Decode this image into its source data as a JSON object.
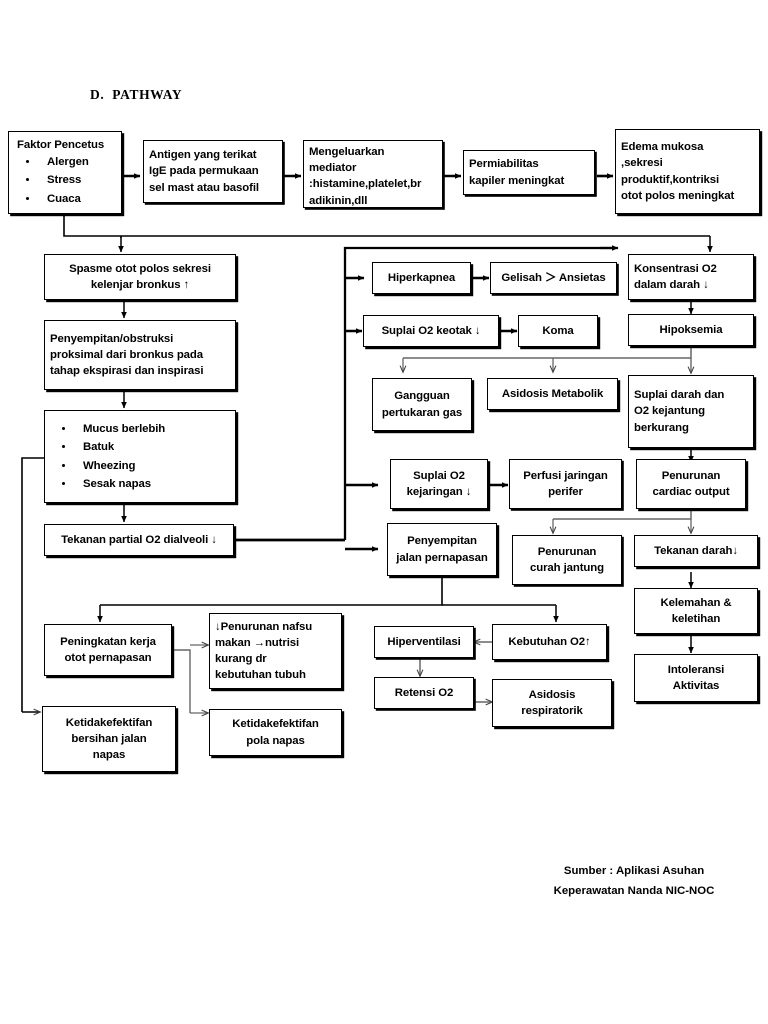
{
  "page": {
    "heading": "D.  PATHWAY",
    "footer": "Sumber : Aplikasi Asuhan\nKeperawatan Nanda NIC-NOC",
    "line_color": "#000000",
    "background": "#ffffff"
  },
  "nodes": {
    "faktor_pencetus": {
      "title": "Faktor Pencetus",
      "items": [
        "Alergen",
        "Stress",
        "Cuaca"
      ]
    },
    "antigen": {
      "text": "Antigen yang terikat\nIgE pada permukaan\nsel mast atau basofil"
    },
    "mediator": {
      "text": "Mengeluarkan\nmediator\n:histamine,platelet,br\nadikinin,dll"
    },
    "permiabilitas": {
      "text": "Permiabilitas\nkapiler meningkat"
    },
    "edema": {
      "text": "Edema mukosa\n,sekresi\nproduktif,kontriksi\notot polos meningkat"
    },
    "spasme": {
      "text": "Spasme otot polos sekresi\nkelenjar bronkus  ↑"
    },
    "penyempitan_proksimal": {
      "text": "Penyempitan/obstruksi\nproksimal dari bronkus pada\ntahap ekspirasi dan inspirasi"
    },
    "gejala": {
      "items": [
        "Mucus berlebih",
        "Batuk",
        "Wheezing",
        "Sesak napas"
      ]
    },
    "tekanan_partial": {
      "text": "Tekanan partial O2 dialveoli ↓"
    },
    "hiperkapnea": {
      "text": "Hiperkapnea"
    },
    "gelisah": {
      "text": "Gelisah ＞ Ansietas"
    },
    "suplai_o2_keotak": {
      "text": "Suplai O2 keotak ↓"
    },
    "koma": {
      "text": "Koma"
    },
    "konsentrasi_o2": {
      "text": "Konsentrasi O2\ndalam darah  ↓"
    },
    "hipoksemia": {
      "text": "Hipoksemia"
    },
    "gangguan_pertukaran": {
      "text": "Gangguan\npertukaran gas"
    },
    "asidosis_metabolik": {
      "text": "Asidosis Metabolik"
    },
    "suplai_darah_jantung": {
      "text": "Suplai darah dan\nO2 kejantung\nberkurang"
    },
    "suplai_o2_kejaringan": {
      "text": "Suplai O2\nkejaringan  ↓"
    },
    "perfusi": {
      "text": "Perfusi jaringan\nperifer"
    },
    "penurunan_cardiac": {
      "text": "Penurunan\ncardiac output"
    },
    "penyempitan_jalan": {
      "text": "Penyempitan\njalan pernapasan"
    },
    "penurunan_curah": {
      "text": "Penurunan\ncurah jantung"
    },
    "tekanan_darah": {
      "text": "Tekanan darah↓"
    },
    "kelemahan": {
      "text": "Kelemahan &\nkeletihan"
    },
    "intoleransi": {
      "text": "Intoleransi\nAktivitas"
    },
    "peningkatan_kerja": {
      "text": "Peningkatan kerja\notot  pernapasan"
    },
    "penurunan_nafsu": {
      "text": "↓Penurunan nafsu\nmakan →nutrisi\nkurang dr\nkebutuhan tubuh"
    },
    "hiperventilasi": {
      "text": "Hiperventilasi"
    },
    "kebutuhan_o2": {
      "text": "Kebutuhan O2↑"
    },
    "retensi_o2": {
      "text": "Retensi O2"
    },
    "asidosis_respiratorik": {
      "text": "Asidosis\nrespiratorik"
    },
    "ketidakefektifan_bersihan": {
      "text": "Ketidakefektifan\nbersihan jalan\nnapas"
    },
    "ketidakefektifan_pola": {
      "text": "Ketidakefektifan\npola napas"
    }
  }
}
